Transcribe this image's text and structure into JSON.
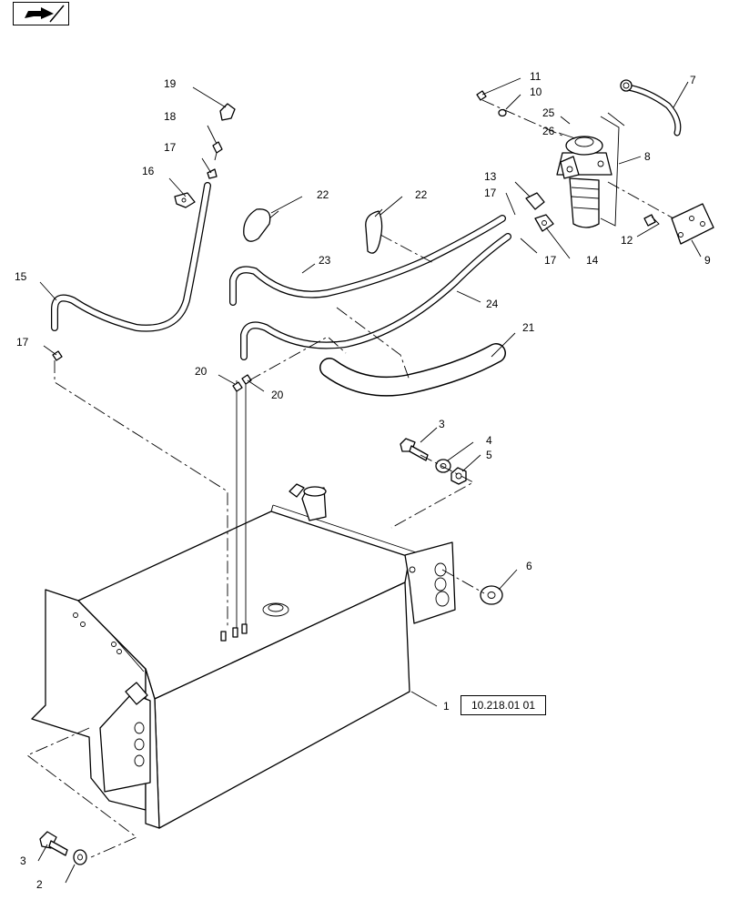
{
  "nav": {
    "icon": "next-page-arrow-icon"
  },
  "reference": {
    "label": "10.218.01 01"
  },
  "callouts": [
    {
      "id": "c1",
      "label": "1"
    },
    {
      "id": "c2",
      "label": "2"
    },
    {
      "id": "c3a",
      "label": "3"
    },
    {
      "id": "c3b",
      "label": "3"
    },
    {
      "id": "c4",
      "label": "4"
    },
    {
      "id": "c5",
      "label": "5"
    },
    {
      "id": "c6",
      "label": "6"
    },
    {
      "id": "c7",
      "label": "7"
    },
    {
      "id": "c8",
      "label": "8"
    },
    {
      "id": "c9",
      "label": "9"
    },
    {
      "id": "c10",
      "label": "10"
    },
    {
      "id": "c11",
      "label": "11"
    },
    {
      "id": "c12",
      "label": "12"
    },
    {
      "id": "c13",
      "label": "13"
    },
    {
      "id": "c14",
      "label": "14"
    },
    {
      "id": "c15",
      "label": "15"
    },
    {
      "id": "c16",
      "label": "16"
    },
    {
      "id": "c17a",
      "label": "17"
    },
    {
      "id": "c17b",
      "label": "17"
    },
    {
      "id": "c17c",
      "label": "17"
    },
    {
      "id": "c17d",
      "label": "17"
    },
    {
      "id": "c18",
      "label": "18"
    },
    {
      "id": "c19",
      "label": "19"
    },
    {
      "id": "c20a",
      "label": "20"
    },
    {
      "id": "c20b",
      "label": "20"
    },
    {
      "id": "c21",
      "label": "21"
    },
    {
      "id": "c22a",
      "label": "22"
    },
    {
      "id": "c22b",
      "label": "22"
    },
    {
      "id": "c23",
      "label": "23"
    },
    {
      "id": "c24",
      "label": "24"
    },
    {
      "id": "c25",
      "label": "25"
    },
    {
      "id": "c26",
      "label": "26"
    }
  ]
}
